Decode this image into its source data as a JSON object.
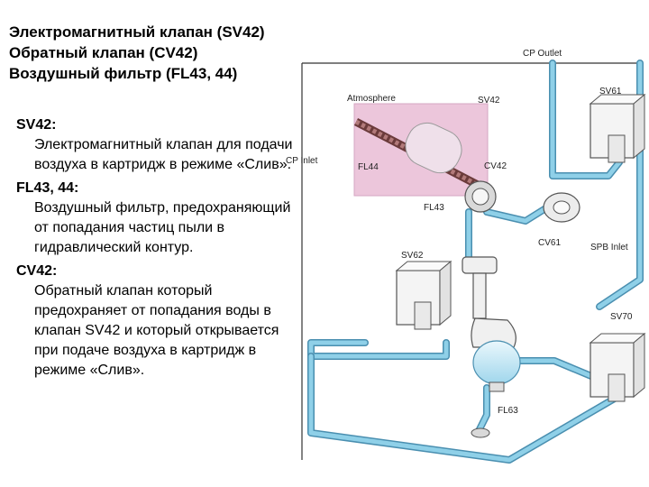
{
  "title": {
    "line1": "Электромагнитный клапан (SV42)",
    "line2": "Обратный клапан (CV42)",
    "line3": "Воздушный фильтр (FL43, 44)"
  },
  "items": [
    {
      "term": "SV42:",
      "definition": "Электромагнитный клапан для подачи воздуха в картридж в режиме «Слив»."
    },
    {
      "term": "FL43, 44:",
      "definition": "Воздушный фильтр, предохраняющий от попадания частиц пыли в гидравлический контур."
    },
    {
      "term": "CV42:",
      "definition": "Обратный клапан который предохраняет от попадания воды в клапан SV42 и который открывается при подаче воздуха в картридж в режиме «Слив»."
    }
  ],
  "diagram": {
    "labels": {
      "cp_outlet": "CP Outlet",
      "atmosphere": "Atmosphere",
      "sv42": "SV42",
      "sv61": "SV61",
      "cp_inlet": "CP Inlet",
      "fl44": "FL44",
      "cv42": "CV42",
      "fl43": "FL43",
      "cv61": "CV61",
      "spb_inlet": "SPB Inlet",
      "sv62": "SV62",
      "sv70": "SV70",
      "fl63": "FL63"
    },
    "colors": {
      "tube": "#8fd0e8",
      "tube_edge": "#4a8fb0",
      "highlight": "#e6b3cf",
      "device": "#f4f4f4",
      "device_edge": "#555555",
      "bottle_liquid": "#bfe6f5"
    }
  }
}
